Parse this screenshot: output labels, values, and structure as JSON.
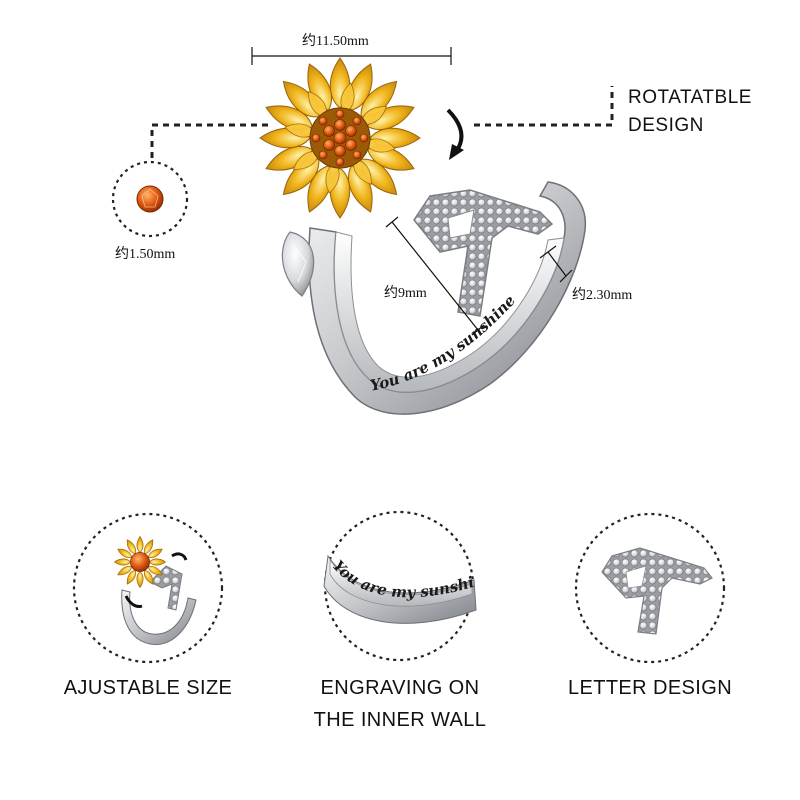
{
  "annotations": {
    "flower_width": "约11.50mm",
    "stone_size": "约1.50mm",
    "letter_height": "约9mm",
    "band_width": "约2.30mm",
    "rotatable_line1": "ROTATATBLE",
    "rotatable_line2": "DESIGN"
  },
  "engraving_text": "You are my sunshine",
  "features": [
    {
      "label": "AJUSTABLE SIZE",
      "icon": "ring-thumbnail-icon"
    },
    {
      "label_line1": "ENGRAVING ON",
      "label_line2": "THE INNER WALL",
      "icon": "engraving-closeup-icon"
    },
    {
      "label": "LETTER DESIGN",
      "icon": "letter-a-icon"
    }
  ],
  "colors": {
    "gold": "#e7a514",
    "gold_dark": "#b9780a",
    "silver": "#d9dbde",
    "silver_dark": "#8e9196",
    "orange_stone": "#e05d12",
    "dashed_line": "#222222"
  }
}
